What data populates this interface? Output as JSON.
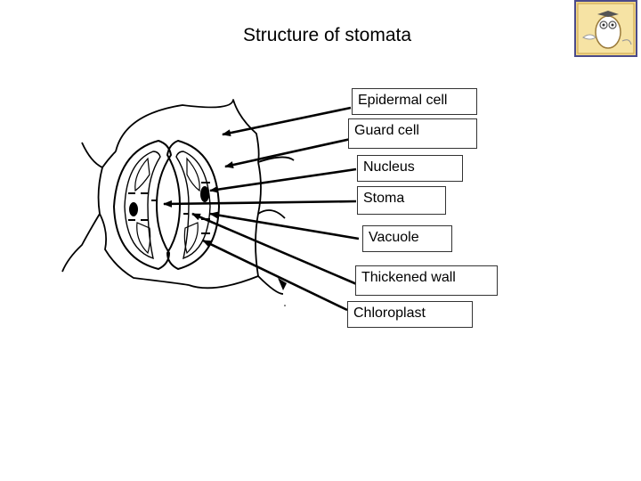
{
  "title": "Structure of stomata",
  "labels": [
    {
      "id": "epidermal",
      "text": "Epidermal cell"
    },
    {
      "id": "guard",
      "text": "Guard cell"
    },
    {
      "id": "nucleus",
      "text": "Nucleus"
    },
    {
      "id": "stoma",
      "text": "Stoma"
    },
    {
      "id": "vacuole",
      "text": "Vacuole"
    },
    {
      "id": "wall",
      "text": "Thickened wall"
    },
    {
      "id": "chloroplast",
      "text": "Chloroplast"
    }
  ],
  "logo": {
    "icon": "owl-logo-icon"
  },
  "colors": {
    "logo_bg": "#f3d989",
    "logo_border": "#4a4a8a",
    "ink": "#000000"
  }
}
